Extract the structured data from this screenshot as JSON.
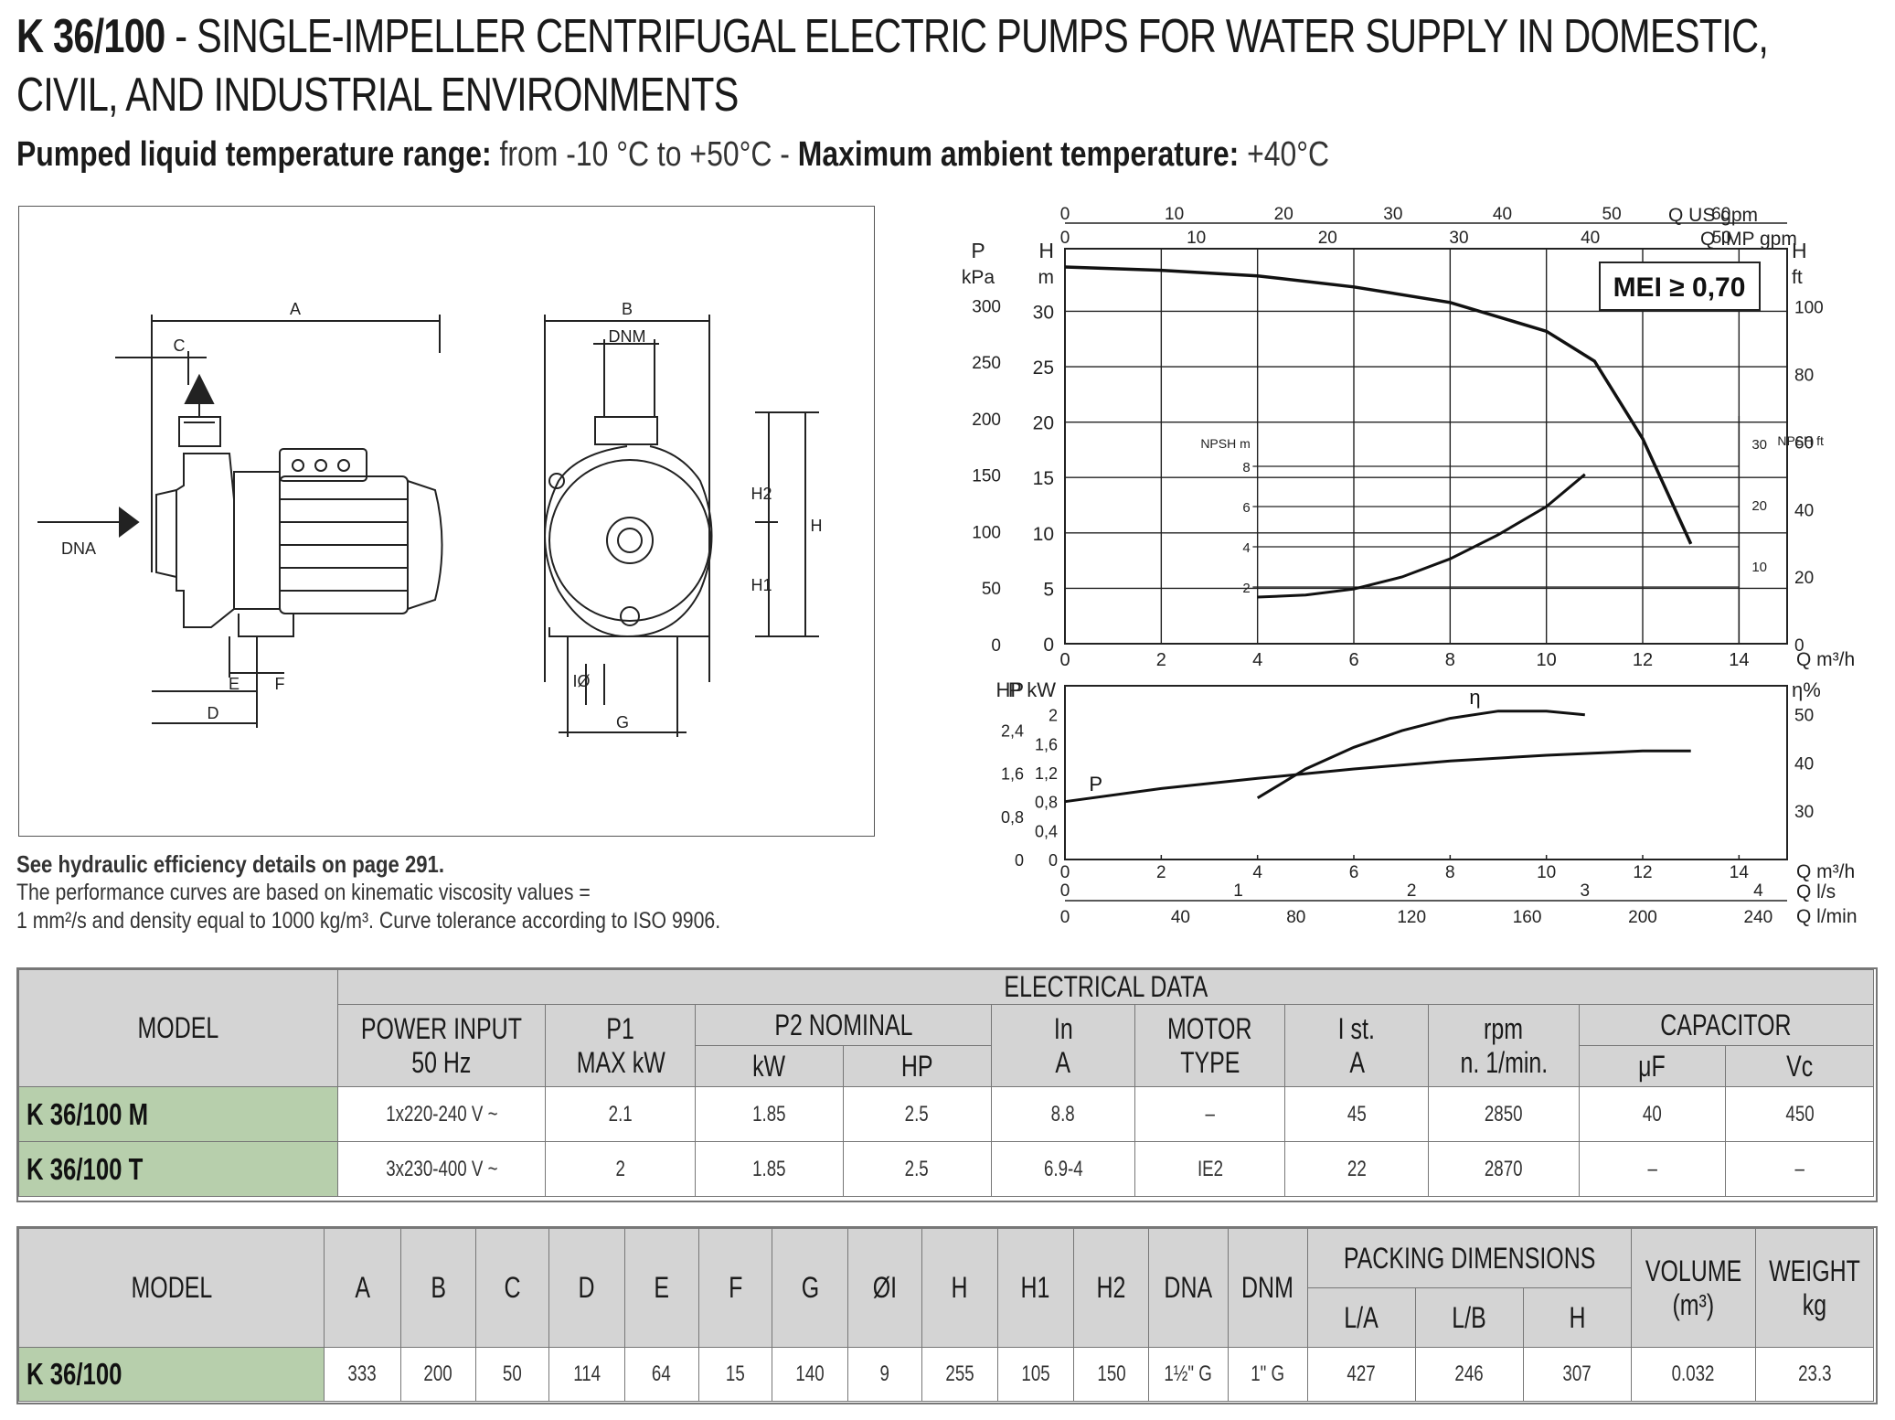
{
  "header": {
    "model": "K 36/100",
    "title_rest": " - SINGLE-IMPELLER CENTRIFUGAL ELECTRIC PUMPS FOR WATER SUPPLY IN DOMESTIC, CIVIL, AND INDUSTRIAL ENVIRONMENTS",
    "temp_label": "Pumped liquid temperature range:",
    "temp_value": " from -10 °C to +50°C - ",
    "ambient_label": "Maximum ambient temperature:",
    "ambient_value": " +40°C"
  },
  "drawing": {
    "labels": [
      "A",
      "C",
      "DNA",
      "D",
      "E",
      "F",
      "B",
      "DNM",
      "H2",
      "H1",
      "H",
      "IØ",
      "G"
    ]
  },
  "notes": {
    "efficiency": "See hydraulic efficiency details on page 291.",
    "line1": "The performance curves are based on kinematic viscosity values =",
    "line2": "1 mm²/s and density equal to 1000 kg/m³. Curve tolerance according to ISO 9906."
  },
  "chart_data": [
    {
      "type": "line",
      "name_ref": "head-curve",
      "mei": "MEI ≥ 0,70",
      "x_bottom": {
        "label": "Q m³/h",
        "ticks": [
          0,
          2,
          4,
          6,
          8,
          10,
          12,
          14
        ],
        "lim": [
          0,
          14
        ]
      },
      "x_top_us": {
        "label": "Q US gpm",
        "ticks": [
          0,
          10,
          20,
          30,
          40,
          50,
          60
        ]
      },
      "x_top_imp": {
        "label": "Q IMP gpm",
        "ticks": [
          0,
          10,
          20,
          30,
          40,
          50
        ]
      },
      "y_left_m": {
        "label": "H m",
        "ticks": [
          0,
          5,
          10,
          15,
          20,
          25,
          30
        ],
        "lim": [
          0,
          33
        ]
      },
      "y_left_kpa": {
        "label": "P kPa",
        "ticks": [
          0,
          50,
          100,
          150,
          200,
          250,
          300
        ]
      },
      "y_right_ft": {
        "label": "H ft",
        "ticks": [
          0,
          20,
          40,
          60,
          80,
          100
        ]
      },
      "series": [
        {
          "name": "H",
          "x": [
            0,
            2,
            4,
            6,
            8,
            10,
            11,
            12,
            13
          ],
          "y": [
            34,
            33.7,
            33.2,
            32.2,
            30.8,
            28.2,
            25.5,
            18.5,
            9
          ]
        },
        {
          "name": "NPSH",
          "x": [
            4,
            5,
            6,
            7,
            8,
            9,
            10,
            10.8
          ],
          "y": [
            1.5,
            1.6,
            1.9,
            2.5,
            3.4,
            4.6,
            6,
            7.6
          ]
        }
      ],
      "npsh_axis": {
        "label_m": "NPSH m",
        "ticks_m": [
          2,
          4,
          6,
          8
        ],
        "label_ft": "NPSH ft",
        "ticks_ft": [
          10,
          20,
          30
        ]
      }
    },
    {
      "type": "line",
      "name_ref": "power-efficiency-curve",
      "x_bottom": {
        "label": "Q m³/h",
        "ticks": [
          0,
          2,
          4,
          6,
          8,
          10,
          12,
          14
        ],
        "lim": [
          0,
          14
        ]
      },
      "x_ls": {
        "label": "Q l/s",
        "ticks": [
          0,
          1,
          2,
          3,
          4
        ]
      },
      "x_lmin": {
        "label": "Q l/min",
        "ticks": [
          0,
          40,
          80,
          120,
          160,
          200,
          240
        ]
      },
      "y_left_kw": {
        "label": "P kW",
        "ticks": [
          "0",
          "0,4",
          "0,8",
          "1,2",
          "1,6",
          "2"
        ],
        "lim": [
          0,
          2.4
        ]
      },
      "y_left_hp": {
        "label": "HP",
        "ticks": [
          "0",
          "0,8",
          "1,6",
          "2,4"
        ]
      },
      "y_right_eff": {
        "label": "η%",
        "ticks": [
          30,
          40,
          50
        ]
      },
      "series": [
        {
          "name": "P",
          "x": [
            0,
            2,
            4,
            6,
            8,
            10,
            12,
            13
          ],
          "y": [
            0.8,
            0.98,
            1.12,
            1.25,
            1.36,
            1.44,
            1.5,
            1.5
          ]
        },
        {
          "name": "η",
          "x": [
            4,
            5,
            6,
            7,
            8,
            9,
            10,
            10.8
          ],
          "y": [
            0.85,
            1.25,
            1.55,
            1.78,
            1.95,
            2.05,
            2.05,
            2.0
          ]
        }
      ]
    }
  ],
  "electrical": {
    "group_header": "ELECTRICAL DATA",
    "h_model": "MODEL",
    "h_power1": "POWER INPUT",
    "h_power2": "50 Hz",
    "h_p1a": "P1",
    "h_p1b": "MAX kW",
    "h_p2": "P2 NOMINAL",
    "h_kw": "kW",
    "h_hp": "HP",
    "h_in1": "In",
    "h_in2": "A",
    "h_mt1": "MOTOR",
    "h_mt2": "TYPE",
    "h_ist1": "I st.",
    "h_ist2": "A",
    "h_rpm1": "rpm",
    "h_rpm2": "n. 1/min.",
    "h_cap": "CAPACITOR",
    "h_uf": "μF",
    "h_vc": "Vc",
    "rows": [
      {
        "model": "K 36/100 M",
        "power": "1x220-240 V ~",
        "p1": "2.1",
        "kw": "1.85",
        "hp": "2.5",
        "in": "8.8",
        "motor": "–",
        "ist": "45",
        "rpm": "2850",
        "uf": "40",
        "vc": "450"
      },
      {
        "model": "K 36/100 T",
        "power": "3x230-400 V ~",
        "p1": "2",
        "kw": "1.85",
        "hp": "2.5",
        "in": "6.9-4",
        "motor": "IE2",
        "ist": "22",
        "rpm": "2870",
        "uf": "–",
        "vc": "–"
      }
    ]
  },
  "dimensions": {
    "h_model": "MODEL",
    "cols": [
      "A",
      "B",
      "C",
      "D",
      "E",
      "F",
      "G",
      "ØI",
      "H",
      "H1",
      "H2",
      "DNA",
      "DNM"
    ],
    "h_packing": "PACKING DIMENSIONS",
    "h_la": "L/A",
    "h_lb": "L/B",
    "h_h": "H",
    "h_vol1": "VOLUME",
    "h_vol2": "(m³)",
    "h_wt1": "WEIGHT",
    "h_wt2": "kg",
    "row": {
      "model": "K 36/100",
      "values": [
        "333",
        "200",
        "50",
        "114",
        "64",
        "15",
        "140",
        "9",
        "255",
        "105",
        "150",
        "1½\" G",
        "1\" G"
      ],
      "la": "427",
      "lb": "246",
      "h": "307",
      "vol": "0.032",
      "wt": "23.3"
    }
  }
}
